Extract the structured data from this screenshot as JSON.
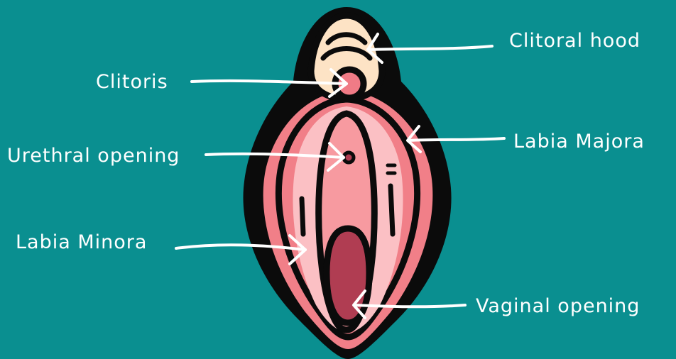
{
  "background_color": "#0a8f90",
  "colors": {
    "outline": "#0b0b0b",
    "labia_majora": "#f17f88",
    "labia_minora": "#fbc0c4",
    "inner": "#f79aa0",
    "hood": "#fde3c5",
    "clitoris": "#f07b86",
    "vaginal_opening": "#b03d52",
    "arrow": "#ffffff"
  },
  "labels": {
    "clitoral_hood": "Clitoral hood",
    "clitoris": "Clitoris",
    "urethral_opening": "Urethral opening",
    "labia_majora": "Labia Majora",
    "labia_minora": "Labia Minora",
    "vaginal_opening": "Vaginal opening"
  }
}
